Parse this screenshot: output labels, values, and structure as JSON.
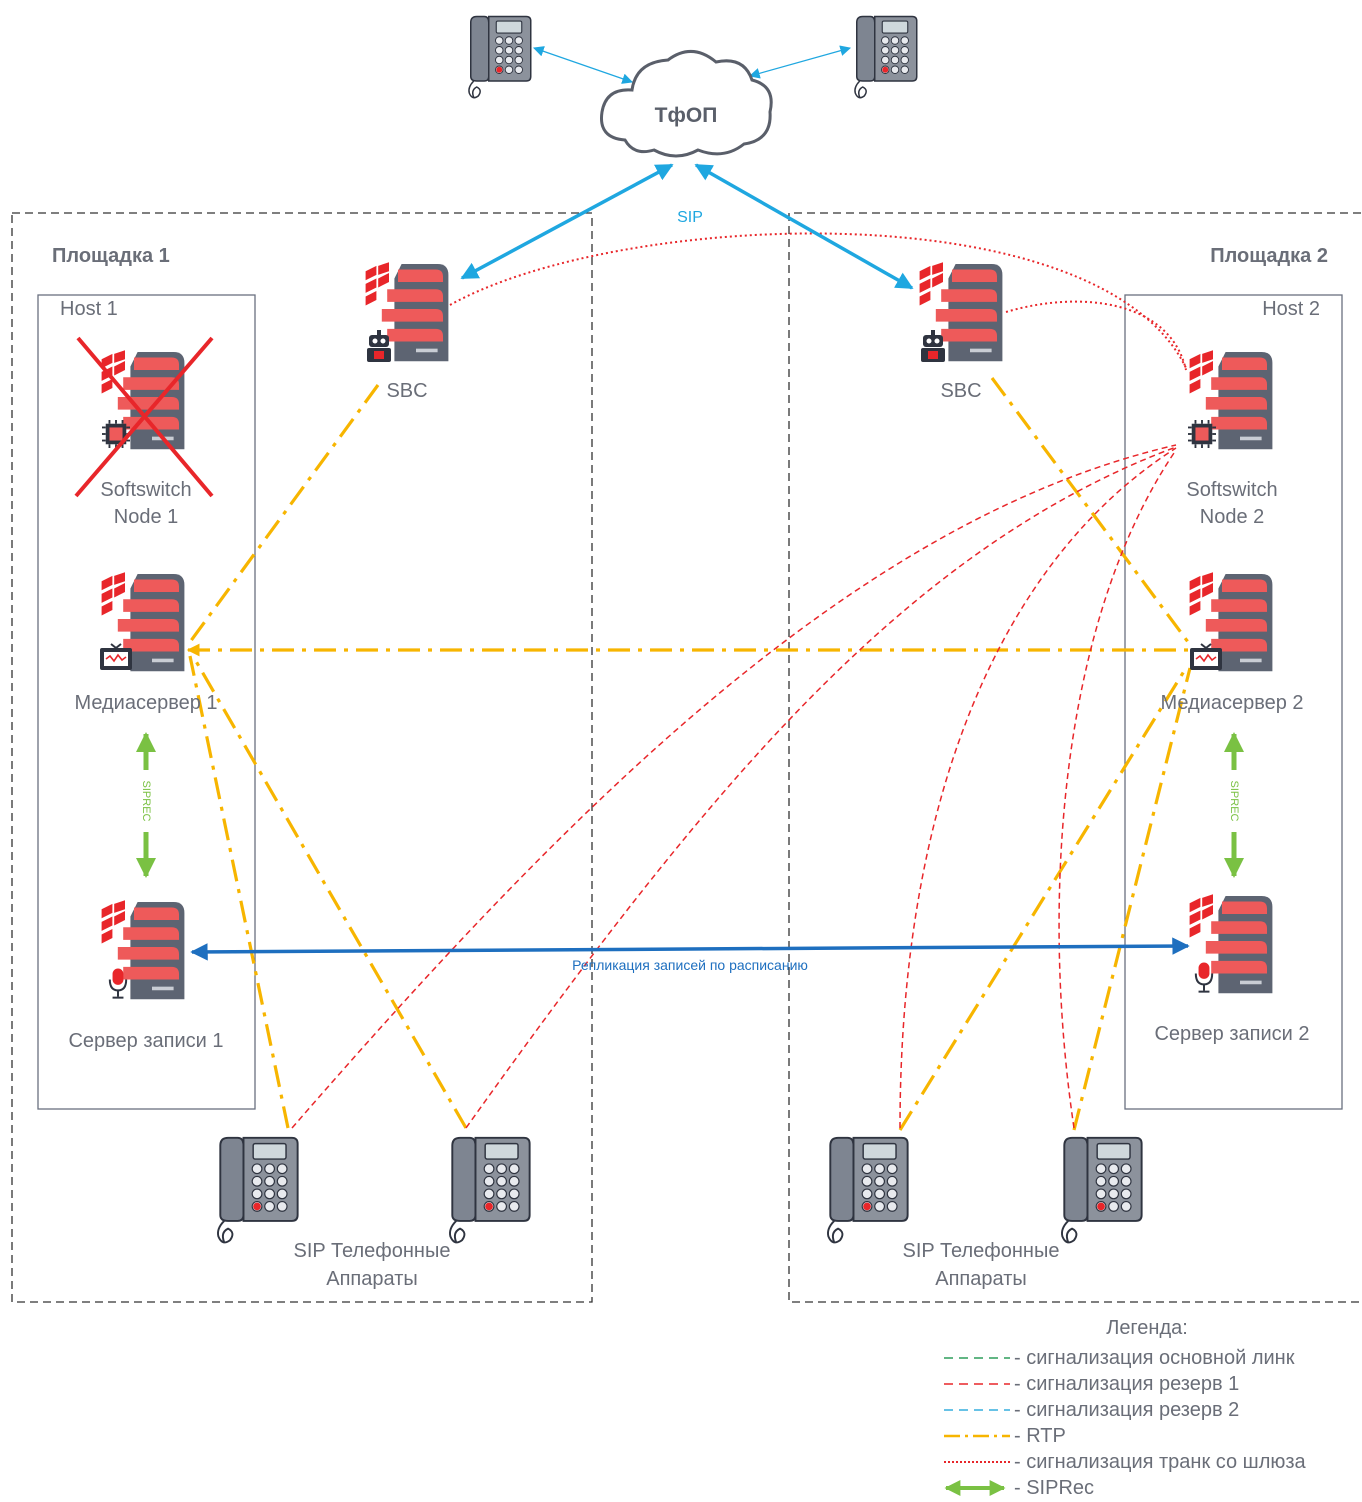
{
  "cloud_label": "ТфОП",
  "sip_label": "SIP",
  "site1": {
    "title": "Площадка 1",
    "host": "Host 1"
  },
  "site2": {
    "title": "Площадка 2",
    "host": "Host 2"
  },
  "nodes": {
    "sbc1": "SBC",
    "sbc2": "SBC",
    "softswitch1_line1": "Softswitch",
    "softswitch1_line2": "Node 1",
    "softswitch2_line1": "Softswitch",
    "softswitch2_line2": "Node 2",
    "media1": "Медиасервер 1",
    "media2": "Медиасервер 2",
    "rec1": "Сервер записи 1",
    "rec2": "Сервер записи 2"
  },
  "phones_label_line1": "SIP Телефонные",
  "phones_label_line2": "Аппараты",
  "siprec_label": "SIPREC",
  "replication_label": "Репликация записей по расписанию",
  "legend": {
    "title": "Легенда:",
    "items": [
      {
        "label": "- сигнализация основной линк",
        "color": "#2e9e5b",
        "style": "dashed"
      },
      {
        "label": "- сигнализация резерв 1",
        "color": "#e8262a",
        "style": "dashed"
      },
      {
        "label": "- сигнализация резерв 2",
        "color": "#35aede",
        "style": "dashed"
      },
      {
        "label": "- RTP",
        "color": "#f7b500",
        "style": "dash-dot"
      },
      {
        "label": "- сигнализация транк со шлюза",
        "color": "#e8262a",
        "style": "dotted"
      },
      {
        "label": "- SIPRec",
        "color": "#7ac143",
        "style": "double-arrow"
      }
    ]
  },
  "colors": {
    "sip_trunk": "#1fa7e0",
    "replication": "#1e6fbf",
    "rtp": "#f7b500",
    "signaling_red": "#e8262a",
    "siprec": "#7ac143",
    "server_red": "#ee5a5a",
    "server_gray": "#5d6472",
    "box_border": "#6a7080"
  }
}
